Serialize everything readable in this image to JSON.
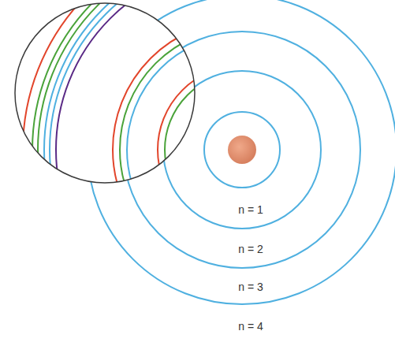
{
  "diagram": {
    "labels": [
      "n = 1",
      "n = 2",
      "n = 3",
      "n = 4"
    ]
  }
}
